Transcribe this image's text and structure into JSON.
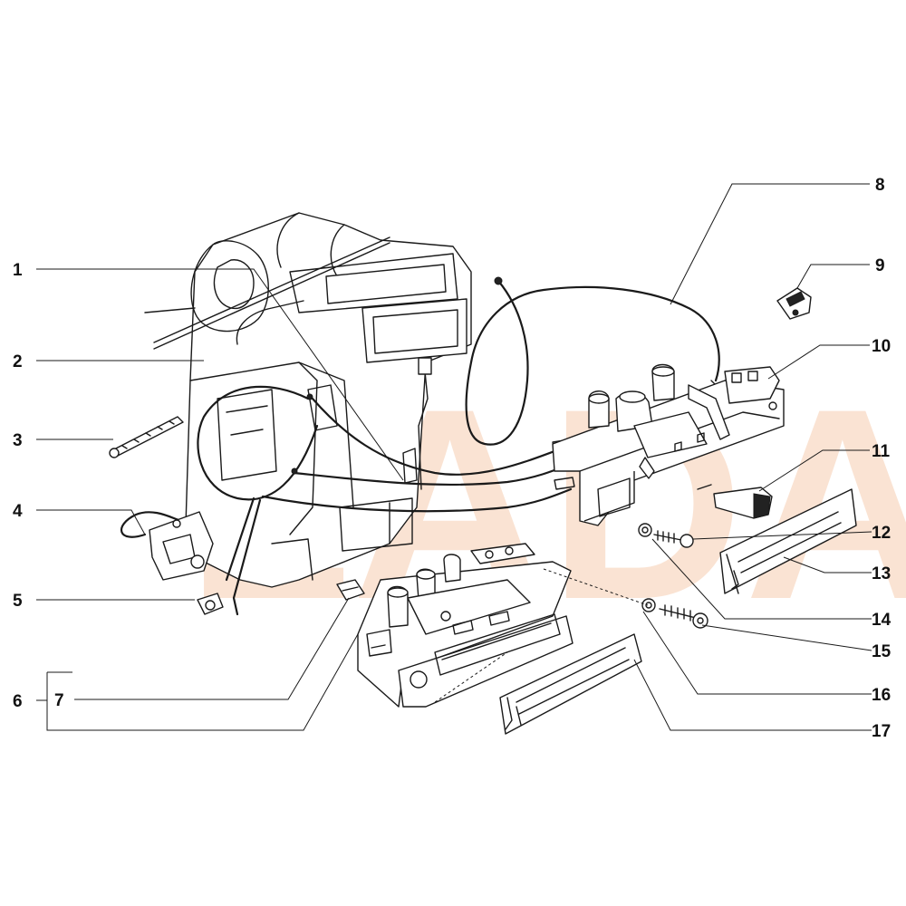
{
  "watermark": {
    "text": "LADA",
    "color": "#f6cdb0"
  },
  "callouts": [
    {
      "id": "1",
      "label": "1"
    },
    {
      "id": "2",
      "label": "2"
    },
    {
      "id": "3",
      "label": "3"
    },
    {
      "id": "4",
      "label": "4"
    },
    {
      "id": "5",
      "label": "5"
    },
    {
      "id": "6",
      "label": "6"
    },
    {
      "id": "7",
      "label": "7"
    },
    {
      "id": "8",
      "label": "8"
    },
    {
      "id": "9",
      "label": "9"
    },
    {
      "id": "10",
      "label": "10"
    },
    {
      "id": "11",
      "label": "11"
    },
    {
      "id": "12",
      "label": "12"
    },
    {
      "id": "13",
      "label": "13"
    },
    {
      "id": "14",
      "label": "14"
    },
    {
      "id": "15",
      "label": "15"
    },
    {
      "id": "16",
      "label": "16"
    },
    {
      "id": "17",
      "label": "17"
    }
  ]
}
